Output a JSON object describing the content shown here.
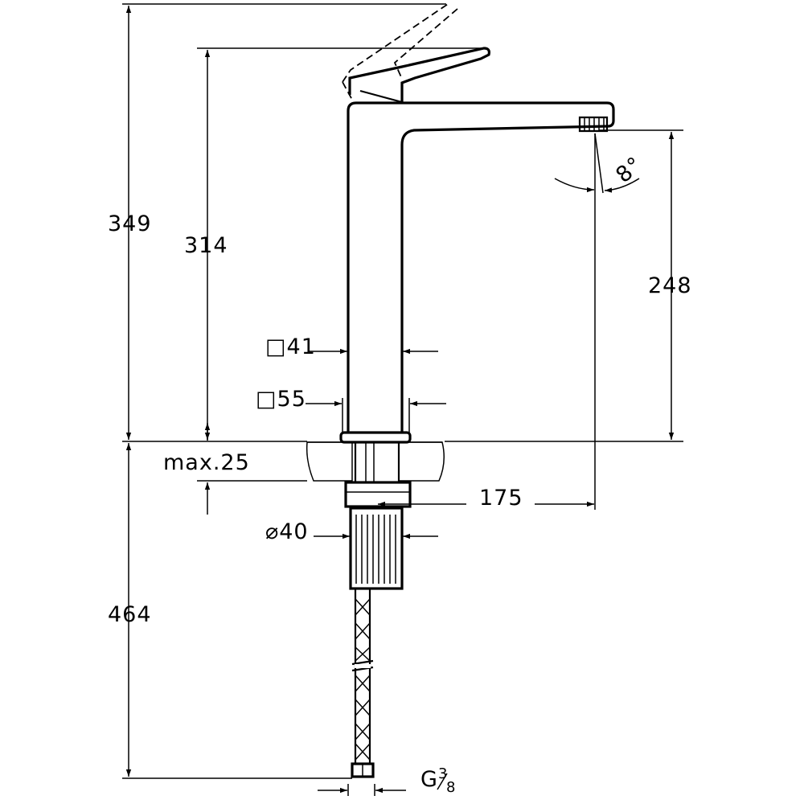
{
  "dimensions": {
    "total_height": "349",
    "spout_height": "314",
    "outlet_height": "248",
    "spout_angle": "8°",
    "body_square": "□41",
    "base_square": "□55",
    "deck_thickness": "max.25",
    "projection": "175",
    "shank_diameter": "⌀40",
    "below_deck": "464",
    "connection_prefix": "G",
    "connection_num": "3",
    "connection_den": "8"
  }
}
